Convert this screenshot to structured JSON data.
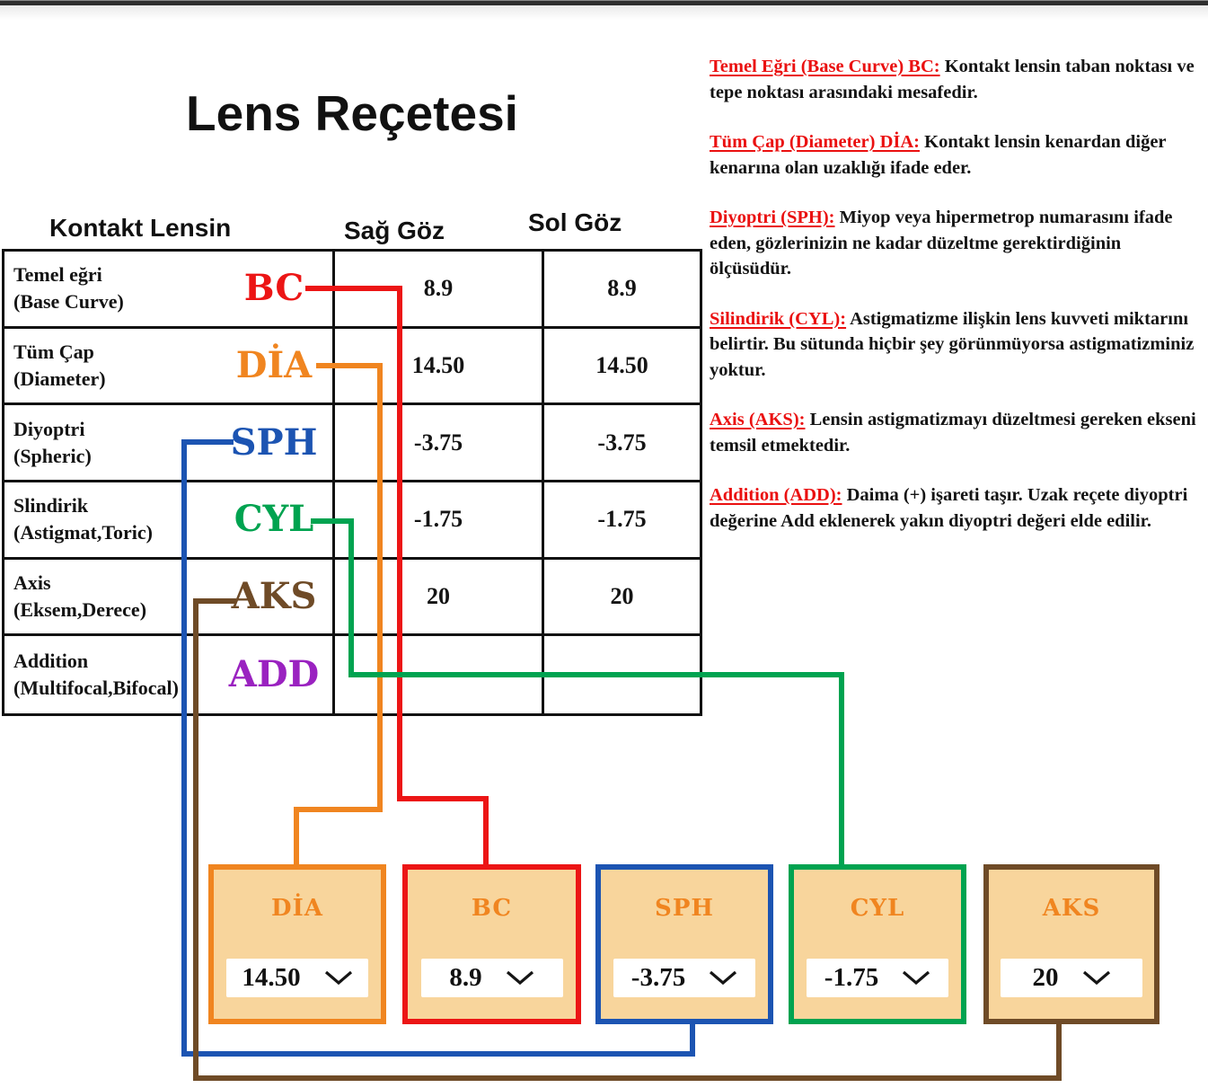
{
  "page": {
    "title": "Lens Reçetesi"
  },
  "table": {
    "headers": {
      "col1": "Kontakt Lensin",
      "col2": "Sağ Göz",
      "col3": "Sol Göz"
    },
    "rows": [
      {
        "label_line1": "Temel eğri",
        "label_line2": "(Base Curve)",
        "acronym": "BC",
        "color": "#ec1515",
        "right_eye": "8.9",
        "left_eye": "8.9"
      },
      {
        "label_line1": "Tüm Çap",
        "label_line2": "(Diameter)",
        "acronym": "DİA",
        "color": "#f08520",
        "right_eye": "14.50",
        "left_eye": "14.50"
      },
      {
        "label_line1": "Diyoptri",
        "label_line2": "(Spheric)",
        "acronym": "SPH",
        "color": "#1c54b2",
        "right_eye": "-3.75",
        "left_eye": "-3.75"
      },
      {
        "label_line1": "Slindirik",
        "label_line2": "(Astigmat,Toric)",
        "acronym": "CYL",
        "color": "#00a350",
        "right_eye": "-1.75",
        "left_eye": "-1.75"
      },
      {
        "label_line1": "Axis",
        "label_line2": "(Eksem,Derece)",
        "acronym": "AKS",
        "color": "#6f4b27",
        "right_eye": "20",
        "left_eye": "20"
      },
      {
        "label_line1": "Addition",
        "label_line2": "(Multifocal,Bifocal)",
        "acronym": "ADD",
        "color": "#9a22c0",
        "right_eye": "",
        "left_eye": ""
      }
    ]
  },
  "definitions": [
    {
      "term": "Temel Eğri (Base Curve) BC:",
      "text": " Kontakt lensin taban noktası ve tepe noktası arasındaki mesafedir."
    },
    {
      "term": "Tüm Çap (Diameter) DİA:",
      "text": " Kontakt lensin kenardan diğer kenarına olan uzaklığı ifade eder."
    },
    {
      "term": "Diyoptri (SPH):",
      "text": " Miyop veya hipermetrop numarasını ifade eden, gözlerinizin ne kadar düzeltme gerektirdiğinin ölçüsüdür."
    },
    {
      "term": "Silindirik (CYL):",
      "text": " Astigmatizme ilişkin lens kuvveti miktarını belirtir. Bu sütunda hiçbir şey görünmüyorsa astigmatizminiz yoktur."
    },
    {
      "term": "Axis (AKS):",
      "text": " Lensin astigmatizmayı düzeltmesi gereken ekseni temsil etmektedir."
    },
    {
      "term": "Addition (ADD):",
      "text": " Daima (+) işareti taşır. Uzak reçete diyoptri değerine Add eklenerek yakın diyoptri değeri elde edilir."
    }
  ],
  "selectors": [
    {
      "label": "DİA",
      "value": "14.50",
      "color": "#f08520"
    },
    {
      "label": "BC",
      "value": "8.9",
      "color": "#ec1515"
    },
    {
      "label": "SPH",
      "value": "-3.75",
      "color": "#1c54b2"
    },
    {
      "label": "CYL",
      "value": "-1.75",
      "color": "#00a350"
    },
    {
      "label": "AKS",
      "value": "20",
      "color": "#6f4b27"
    }
  ],
  "colors": {
    "red": "#ec1515",
    "orange": "#f08520",
    "blue": "#1c54b2",
    "green": "#00a350",
    "brown": "#6f4b27",
    "purple": "#9a22c0",
    "box_fill": "#f8d59c",
    "label_orange": "#f08520",
    "heading_red": "#ea1010"
  }
}
